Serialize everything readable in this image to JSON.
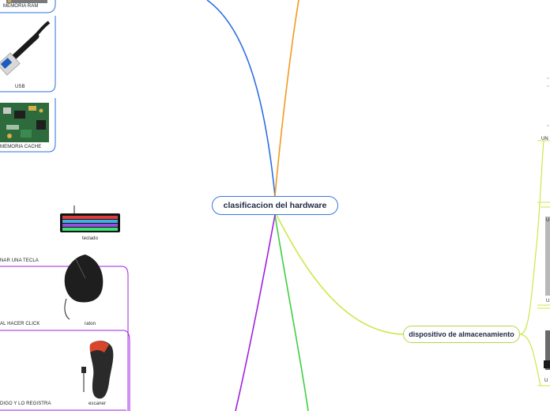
{
  "central_topic": "clasificacion del hardware",
  "branches": [
    {
      "title": "dispositivo de almacenamiento",
      "color": "#b4d64a",
      "items": [
        "UN",
        "U",
        "U",
        "U"
      ]
    },
    {
      "color": "#3a78d6",
      "items": [
        "MEMORIA RAM",
        "USB",
        "MEMORIA CACHE"
      ]
    },
    {
      "color": "#a020e0",
      "items": [
        {
          "label": "teclado",
          "caption": "NAR UNA TECLA"
        },
        {
          "label": "raton",
          "caption": "AL HACER CLICK"
        },
        {
          "label": "escaner",
          "caption": "DIGO Y LO REGISTRA"
        }
      ]
    },
    {
      "color": "#f29a1d"
    },
    {
      "color": "#3fcf3f"
    }
  ]
}
